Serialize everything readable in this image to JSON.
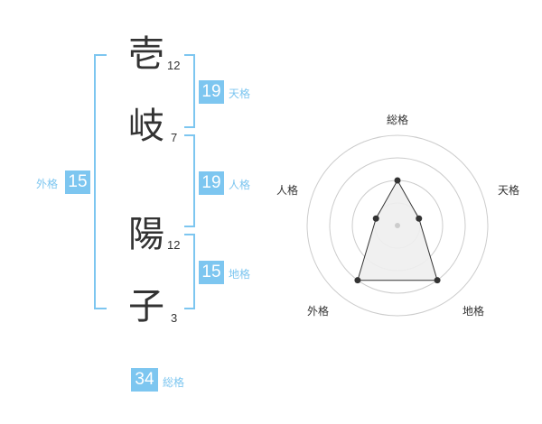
{
  "name": {
    "characters": [
      {
        "char": "壱",
        "strokes": "12"
      },
      {
        "char": "岐",
        "strokes": "7"
      },
      {
        "char": "陽",
        "strokes": "12"
      },
      {
        "char": "子",
        "strokes": "3"
      }
    ]
  },
  "fortunes": {
    "tenkaku": {
      "value": "19",
      "label": "天格"
    },
    "jinkaku": {
      "value": "19",
      "label": "人格"
    },
    "chikaku": {
      "value": "15",
      "label": "地格"
    },
    "gaikaku": {
      "value": "15",
      "label": "外格"
    },
    "soukaku": {
      "value": "34",
      "label": "総格"
    }
  },
  "chart_data": {
    "type": "radar",
    "axes": [
      "総格",
      "天格",
      "地格",
      "外格",
      "人格"
    ],
    "rings": 4,
    "values": [
      2,
      1,
      3,
      3,
      1
    ],
    "max": 4,
    "colors": {
      "ring": "#cccccc",
      "fill": "#eeeeee",
      "line": "#333333",
      "point": "#333333",
      "center": "#cccccc"
    }
  }
}
